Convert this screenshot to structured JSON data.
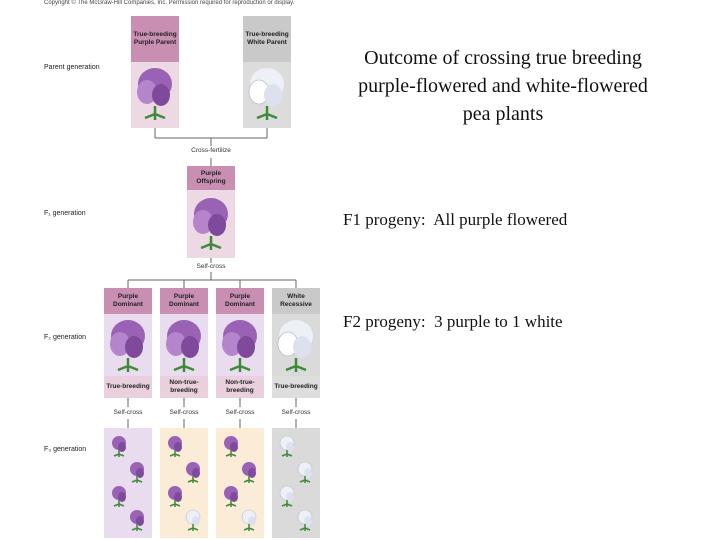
{
  "copyright": "Copyright © The McGraw-Hill Companies, Inc. Permission required for reproduction or display.",
  "title": "Outcome of crossing true breeding purple-flowered and white-flowered pea plants",
  "f1_progeny": "F1 progeny:  All purple flowered",
  "f2_progeny": "F2 progeny:  3 purple to 1 white",
  "generations": {
    "parent": "Parent generation",
    "f1": "F₁ generation",
    "f2": "F₂ generation",
    "f3": "F₃ generation"
  },
  "parents": {
    "purple": "True-breeding Purple Parent",
    "white": "True-breeding White Parent"
  },
  "cross_fertilize": "Cross-fertilize",
  "f1_box": "Purple Offspring",
  "self_cross": "Self-cross",
  "f2_columns": [
    {
      "top": "Purple Dominant",
      "bottom": "True-breeding",
      "self_cross": "Self-cross"
    },
    {
      "top": "Purple Dominant",
      "bottom": "Non-true-breeding",
      "self_cross": "Self-cross"
    },
    {
      "top": "Purple Dominant",
      "bottom": "Non-true-breeding",
      "self_cross": "Self-cross"
    },
    {
      "top": "White Recessive",
      "bottom": "True-breeding",
      "self_cross": "Self-cross"
    }
  ],
  "colors": {
    "purple_flower": "#9a62b5",
    "white_flower": "#eef0f8",
    "label_purple": "#c98fb3",
    "label_gray": "#c9c9c9"
  }
}
